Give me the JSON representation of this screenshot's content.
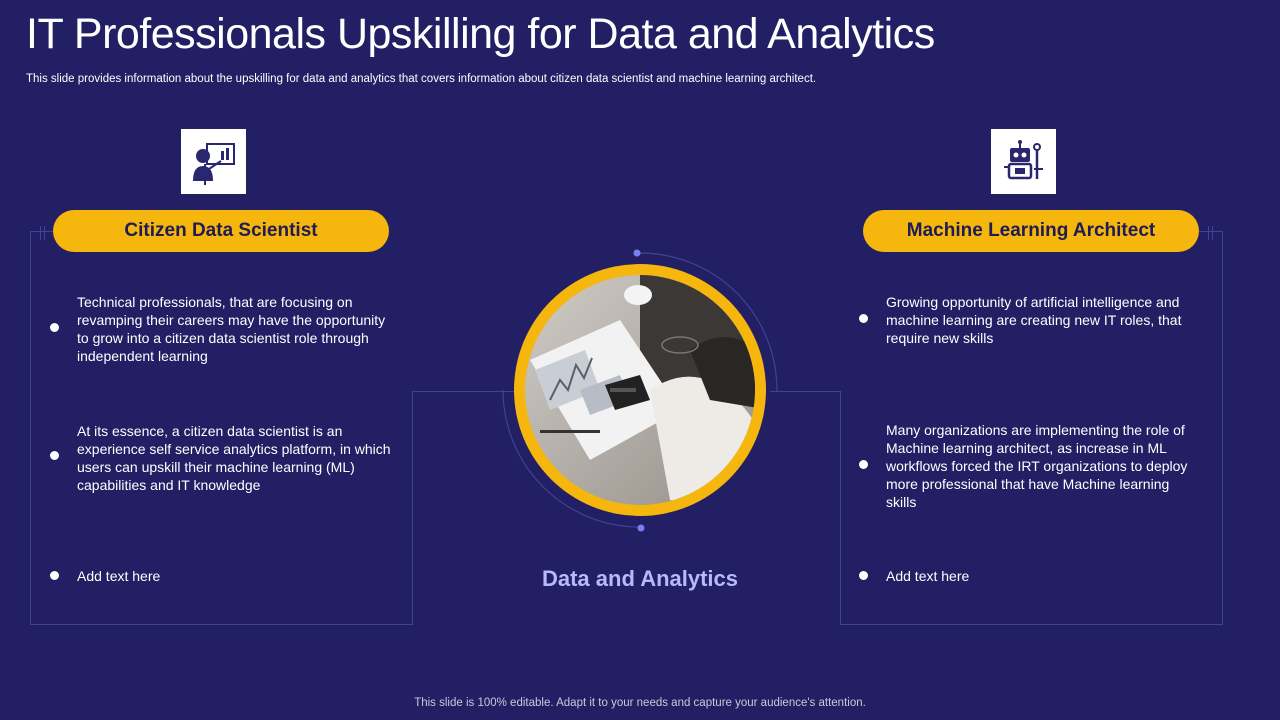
{
  "title": "IT Professionals Upskilling for Data and Analytics",
  "subtitle": "This slide provides information about the upskilling for data and analytics that covers information about citizen data scientist and machine learning architect.",
  "colors": {
    "background": "#221f64",
    "accent": "#f5b60d",
    "frame": "#3f4394",
    "center_label": "#b8b8ff"
  },
  "left_panel": {
    "icon": "presenter-chart-icon",
    "heading": "Citizen Data Scientist",
    "bullets": [
      "Technical professionals, that are focusing on revamping their careers may have the opportunity to grow into a citizen data scientist role through independent learning",
      "At its essence, a citizen data scientist is an experience self service analytics platform, in which users can upskill their machine learning (ML) capabilities and IT knowledge",
      "Add text here"
    ]
  },
  "right_panel": {
    "icon": "robot-icon",
    "heading": "Machine Learning Architect",
    "bullets": [
      "Growing opportunity of artificial intelligence and machine learning are creating new IT roles, that require new skills",
      "Many organizations are implementing the role of Machine learning architect, as increase in ML workflows forced the IRT organizations to deploy more professional that have Machine learning skills",
      "Add text here"
    ]
  },
  "center": {
    "image": "business-analytics-desk-photo",
    "label": "Data and Analytics"
  },
  "footer": "This slide is 100% editable. Adapt it to your needs and capture your audience's attention."
}
